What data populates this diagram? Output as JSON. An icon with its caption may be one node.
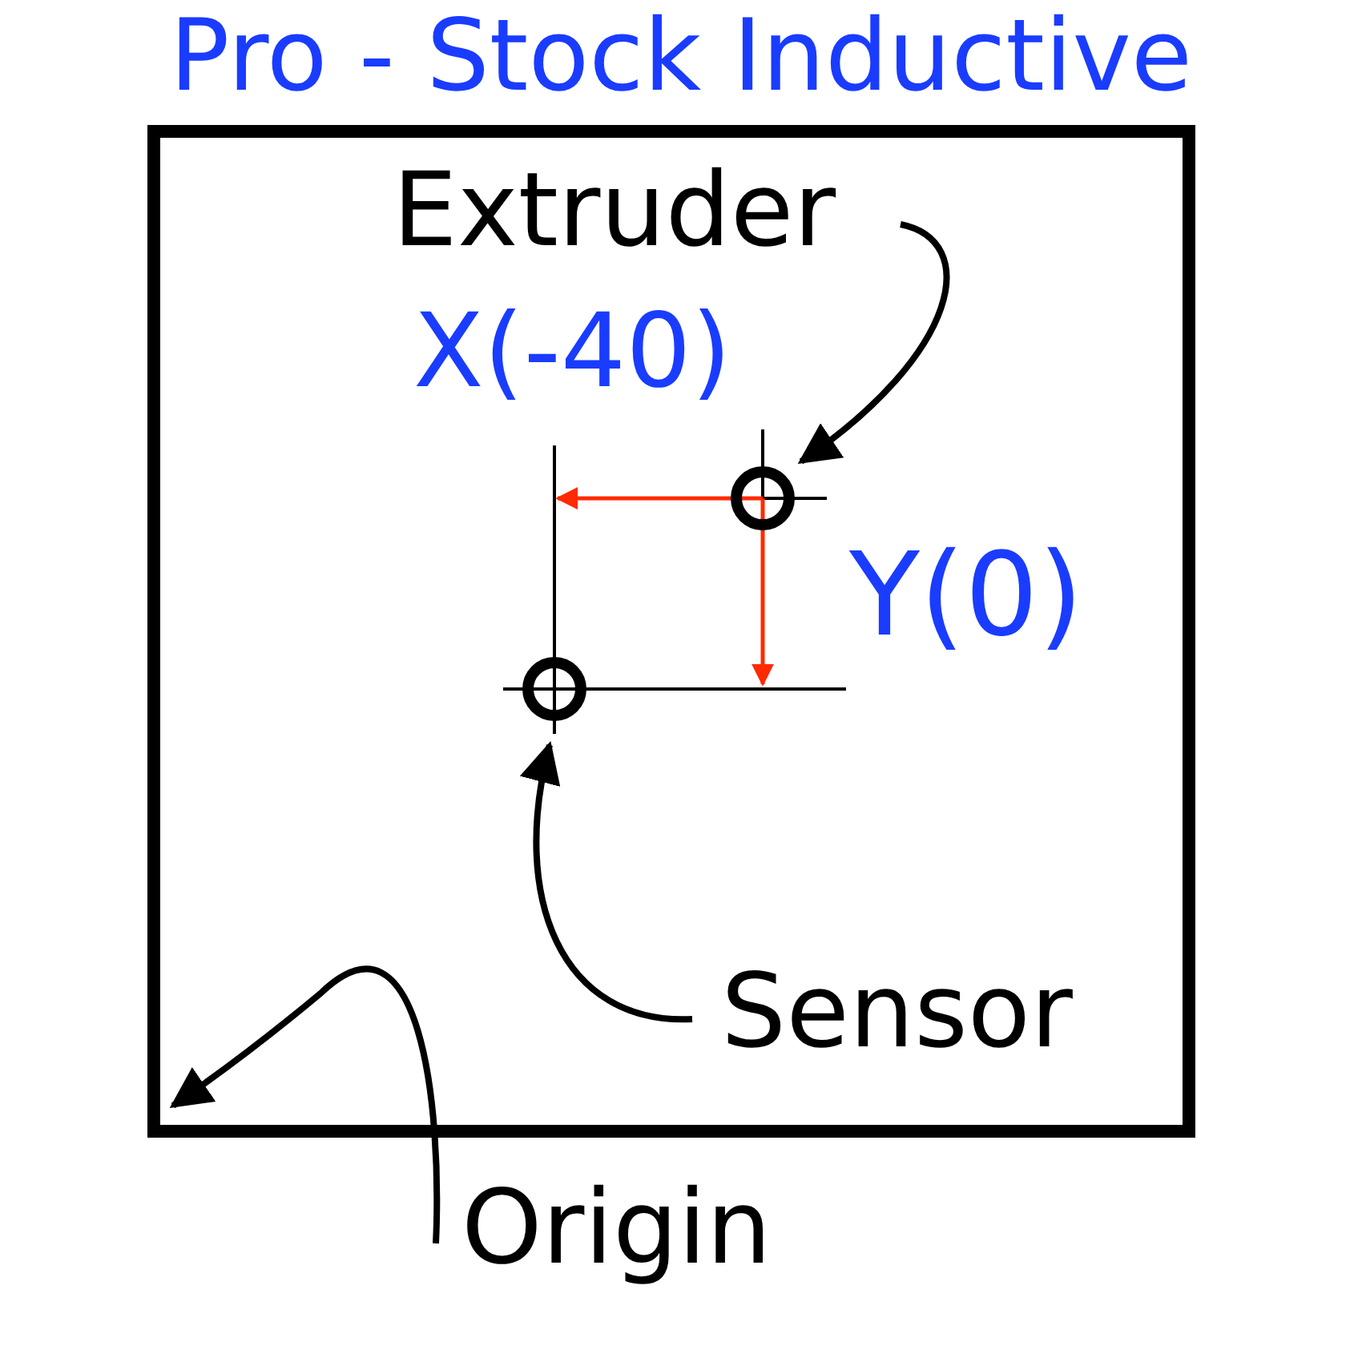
{
  "diagram": {
    "title": "Pro - Stock Inductive",
    "nodes": [
      {
        "text": [],
        "shape": "box"
      },
      {
        "text": [
          "Extruder"
        ],
        "in": 0
      },
      {
        "text": [],
        "shape": "circle",
        "in": 0
      },
      {
        "text": [
          "Sensor"
        ],
        "in": 0
      },
      {
        "text": [],
        "shape": "circle",
        "in": 0
      },
      {
        "text": [
          "Origin"
        ]
      }
    ],
    "edges": [
      {
        "from": 1,
        "to": 2,
        "arrow": "to"
      },
      {
        "from": 3,
        "to": 4,
        "arrow": "to"
      },
      {
        "from": 5,
        "to": 0,
        "arrow": "to"
      }
    ],
    "labels": [
      "X(-40)",
      "Y(0)"
    ]
  }
}
